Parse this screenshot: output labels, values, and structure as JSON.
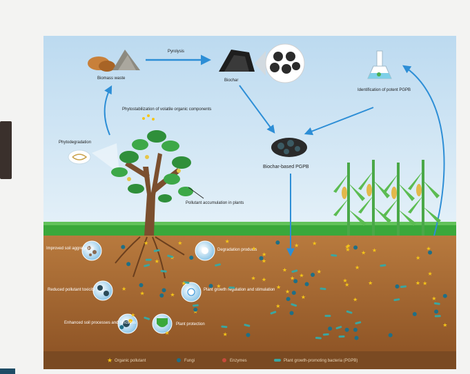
{
  "diagram": {
    "labels": {
      "pyrolysis": "Pyrolysis",
      "biomass_waste": "Biomass waste",
      "biochar": "Biochar",
      "identification": "Identification of potent PGPB",
      "phytostabilization": "Phytostabilization of volatile organic components",
      "phytodegradation": "Phytodegradation",
      "biochar_based_pgpb": "Biochar-based PGPB",
      "pollutant_accumulation": "Pollutant accumulation in plants",
      "improved_soil": "Improved soil aggregation",
      "degradation_products": "Degradation products",
      "reduced_pollutant": "Reduced pollutant toxicity",
      "plant_growth": "Plant growth regulation and stimulation",
      "enhanced_soil": "Enhanced soil processes and functions",
      "plant_protection": "Plant protection"
    },
    "legend": [
      {
        "symbol": "star",
        "label": "Organic pollutant"
      },
      {
        "symbol": "dot",
        "label": "Fungi"
      },
      {
        "symbol": "dot",
        "label": "Enzymes"
      },
      {
        "symbol": "rod",
        "label": "Plant growth-promoting bacteria (PGPB)"
      }
    ],
    "colors": {
      "sky": "#cfe5f3",
      "grass": "#3aa83b",
      "soil": "#a8682f",
      "arrow": "#2d8ed6",
      "biochar": "#2a2a2a",
      "pollutant": "#f5c518",
      "fungi": "#1f6f86"
    }
  }
}
